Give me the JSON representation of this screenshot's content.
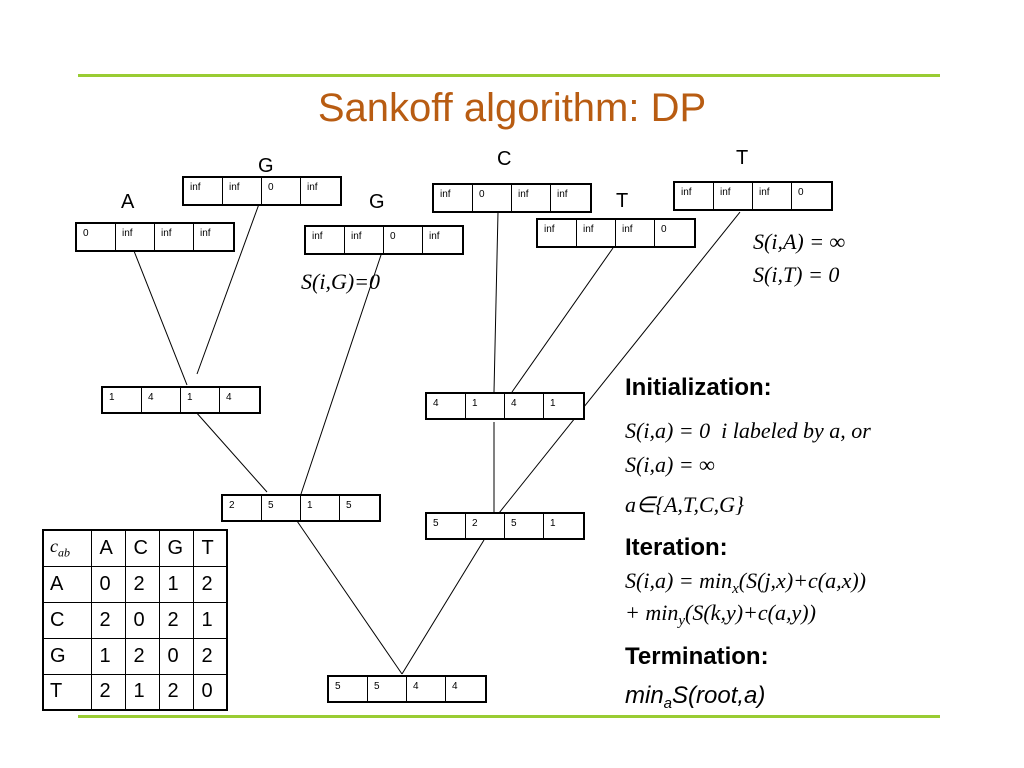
{
  "colors": {
    "title": "#b85c12",
    "rule": "#99cc33",
    "ink": "#000000"
  },
  "title": "Sankoff algorithm: DP",
  "leaves": [
    {
      "id": "leaf-A",
      "label": "A",
      "values": [
        "0",
        "inf",
        "inf",
        "inf"
      ]
    },
    {
      "id": "leaf-G1",
      "label": "G",
      "values": [
        "inf",
        "inf",
        "0",
        "inf"
      ]
    },
    {
      "id": "leaf-G2",
      "label": "G",
      "values": [
        "inf",
        "inf",
        "0",
        "inf"
      ]
    },
    {
      "id": "leaf-C",
      "label": "C",
      "values": [
        "inf",
        "0",
        "inf",
        "inf"
      ]
    },
    {
      "id": "leaf-T1",
      "label": "T",
      "values": [
        "inf",
        "inf",
        "inf",
        "0"
      ]
    },
    {
      "id": "leaf-T2",
      "label": "T",
      "values": [
        "inf",
        "inf",
        "inf",
        "0"
      ]
    }
  ],
  "internal_nodes": [
    {
      "id": "node-left",
      "values": [
        "1",
        "4",
        "1",
        "4"
      ]
    },
    {
      "id": "node-right-upper",
      "values": [
        "4",
        "1",
        "4",
        "1"
      ]
    },
    {
      "id": "node-left-lower",
      "values": [
        "2",
        "5",
        "1",
        "5"
      ]
    },
    {
      "id": "node-right-lower",
      "values": [
        "5",
        "2",
        "5",
        "1"
      ]
    },
    {
      "id": "node-root",
      "values": [
        "5",
        "5",
        "4",
        "4"
      ]
    }
  ],
  "annotations": {
    "s_ig": "S(i,G)=0",
    "s_ia": "S(i,A) = ∞",
    "s_it": "S(i,T) = 0"
  },
  "cost_table": {
    "corner": "c",
    "corner_sub": "ab",
    "header": [
      "A",
      "C",
      "G",
      "T"
    ],
    "rows": [
      {
        "label": "A",
        "values": [
          "0",
          "2",
          "1",
          "2"
        ]
      },
      {
        "label": "C",
        "values": [
          "2",
          "0",
          "2",
          "1"
        ]
      },
      {
        "label": "G",
        "values": [
          "1",
          "2",
          "0",
          "2"
        ]
      },
      {
        "label": "T",
        "values": [
          "2",
          "1",
          "2",
          "0"
        ]
      }
    ]
  },
  "description": {
    "init_heading": "Initialization:",
    "init_line1": "S(i,a) = 0  i labeled by a, or",
    "init_line2": "S(i,a) = ∞",
    "init_line3": "a∈{A,T,C,G}",
    "iter_heading": "Iteration:",
    "iter_line1_a": "S(i,a) = min",
    "iter_line1_sub": "x",
    "iter_line1_b": "(S(j,x)+c(a,x))",
    "iter_line2_a": "+ min",
    "iter_line2_sub": "y",
    "iter_line2_b": "(S(k,y)+c(a,y))",
    "term_heading": "Termination:",
    "term_a": "min",
    "term_sub": "a",
    "term_b": "S(root,a)"
  }
}
